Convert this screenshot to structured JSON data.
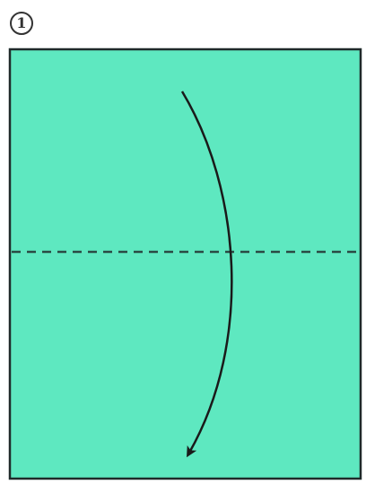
{
  "step": {
    "number": "1"
  },
  "colors": {
    "paper": "#5ee8c0",
    "border": "#1f2a2a",
    "fold_line": "#2a4a44",
    "arrow": "#1a1a1a",
    "badge": "#333333"
  },
  "icons": {
    "step_badge": "circled-number",
    "fold_arrow": "curved-arrow-down",
    "fold_line": "valley-fold-dashed-line"
  }
}
